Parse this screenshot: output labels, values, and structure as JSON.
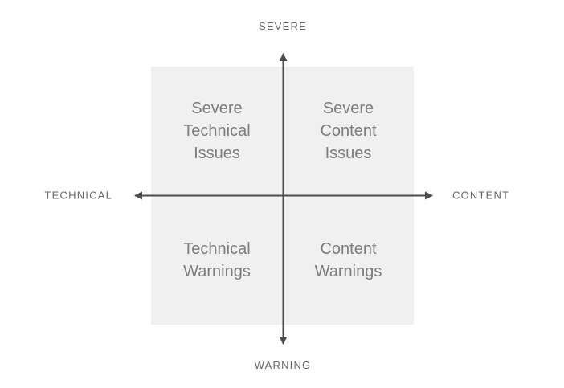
{
  "diagram": {
    "axes": {
      "top": "SEVERE",
      "bottom": "WARNING",
      "left": "TECHNICAL",
      "right": "CONTENT"
    },
    "quadrants": {
      "top_left": "Severe\nTechnical\nIssues",
      "top_right": "Severe\nContent\nIssues",
      "bottom_left": "Technical\nWarnings",
      "bottom_right": "Content\nWarnings"
    },
    "colors": {
      "background": "#ffffff",
      "quadrant_fill": "#f0f0f0",
      "axis_line": "#4d4d4d",
      "axis_label_text": "#666666",
      "quadrant_text": "#7d7d7d"
    }
  }
}
